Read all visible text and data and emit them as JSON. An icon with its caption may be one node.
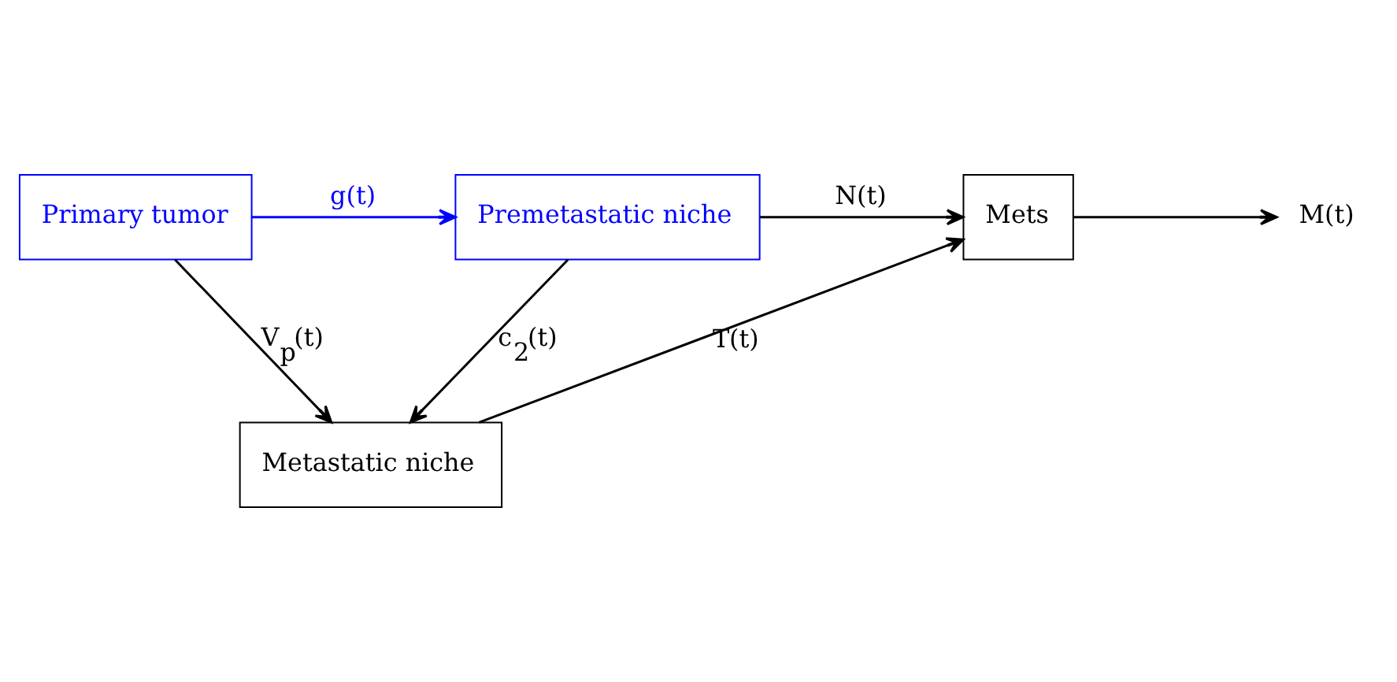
{
  "diagram": {
    "nodes": [
      {
        "text": [
          "Primary tumor"
        ]
      },
      {
        "text": [
          "Premetastatic niche"
        ]
      },
      {
        "text": [
          "Mets"
        ]
      },
      {
        "text": [
          "Metastatic niche"
        ]
      },
      {
        "text": [
          "M(t)"
        ]
      }
    ],
    "edges": [
      {
        "from": 0,
        "to": 1,
        "arrow": "to",
        "label": "g(t)",
        "color": "#0000ff"
      },
      {
        "from": 1,
        "to": 2,
        "arrow": "to",
        "label": "N(t)"
      },
      {
        "from": 2,
        "to": 4,
        "arrow": "to"
      },
      {
        "from": 1,
        "to": 3,
        "arrow": "to",
        "label": "c$_{2}$(t)"
      },
      {
        "from": 3,
        "to": 2,
        "arrow": "to",
        "label": "T(t)"
      },
      {
        "from": 0,
        "to": 3,
        "arrow": "to",
        "label": "V$_{p}$(t)"
      }
    ]
  }
}
